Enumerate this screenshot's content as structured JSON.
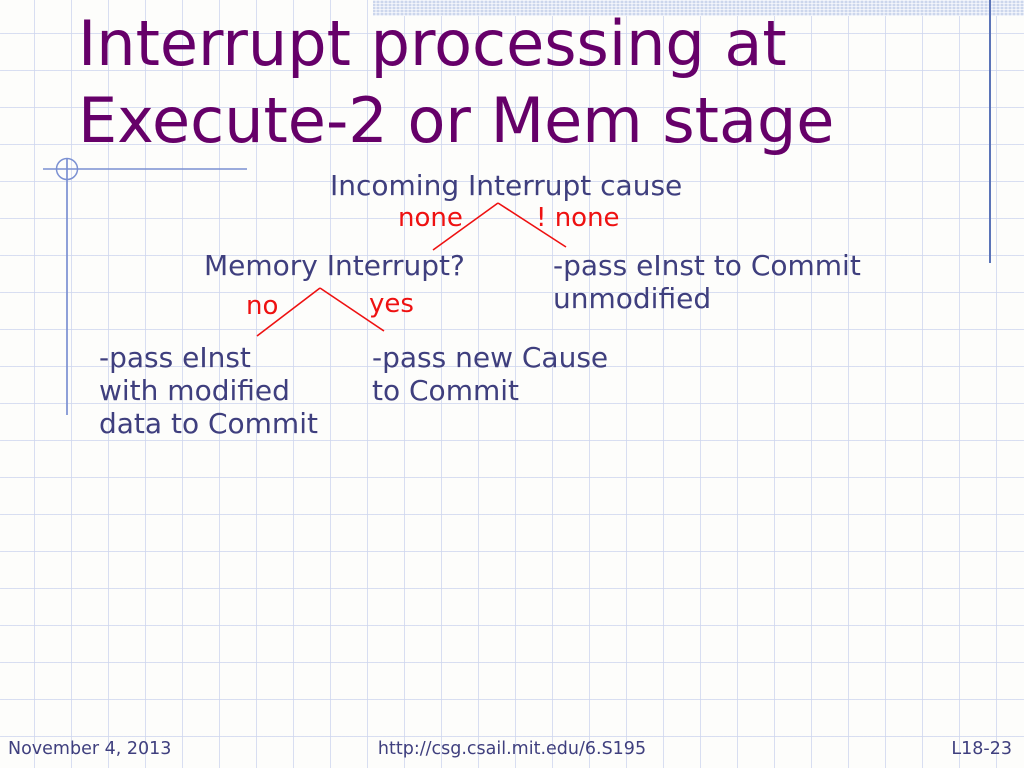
{
  "title": "Interrupt processing at\nExecute-2 or Mem stage",
  "tree": {
    "root": "Incoming Interrupt cause",
    "root_branch_left_label": "none",
    "root_branch_right_label": "! none",
    "memory_question": "Memory Interrupt?",
    "mem_branch_left_label": "no",
    "mem_branch_right_label": "yes",
    "leaf_not_none": "-pass eInst to Commit\nunmodified",
    "leaf_no": "-pass eInst\nwith modified\ndata to Commit",
    "leaf_yes": "-pass new Cause\nto Commit"
  },
  "footer": {
    "date": "November 4, 2013",
    "url": "http://csg.csail.mit.edu/6.S195",
    "slide_number": "L18-23"
  },
  "colors": {
    "title": "#660069",
    "body": "#3f3f7e",
    "branch": "#ee1111",
    "accent": "#7b90d2",
    "accent_dark": "#5b74b8",
    "band": "#ccd6ec"
  }
}
